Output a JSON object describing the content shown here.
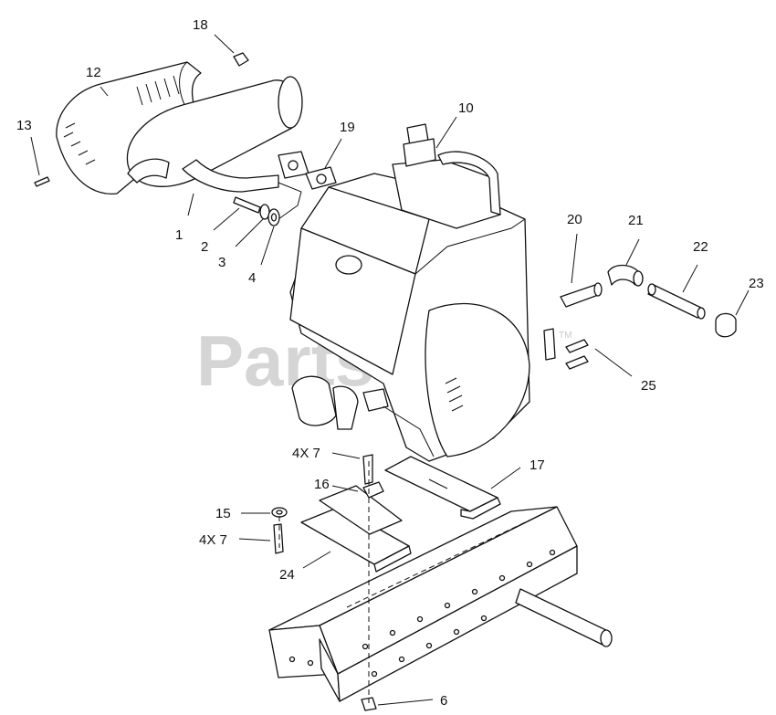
{
  "watermark": {
    "text": "PartsTree",
    "trademark": "TM"
  },
  "callouts": {
    "c1": "1",
    "c2": "2",
    "c3": "3",
    "c4": "4",
    "c6": "6",
    "c10": "10",
    "c12": "12",
    "c13": "13",
    "c15": "15",
    "c16": "16",
    "c17": "17",
    "c18": "18",
    "c19": "19",
    "c20": "20",
    "c21": "21",
    "c22": "22",
    "c23": "23",
    "c24": "24",
    "c25": "25",
    "qty_upper": "4X 7",
    "qty_lower": "4X 7"
  }
}
